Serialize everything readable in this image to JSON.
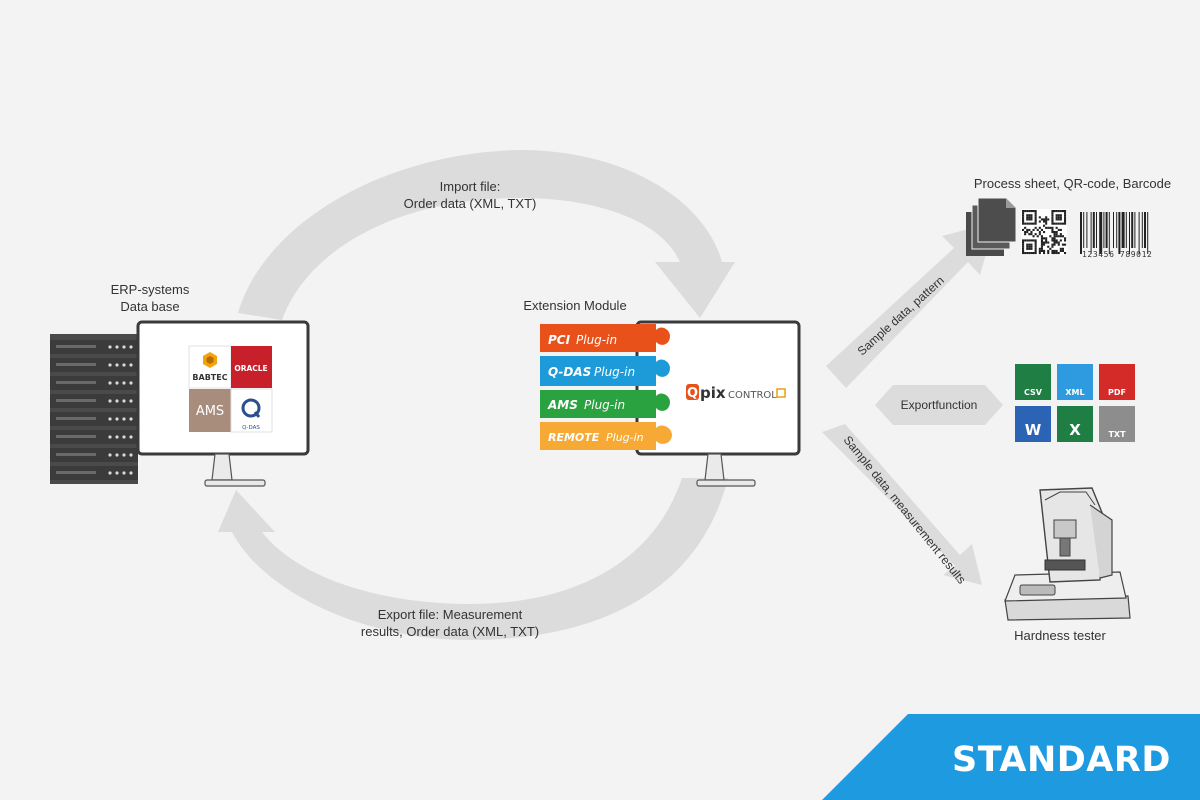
{
  "labels": {
    "erp_line1": "ERP-systems",
    "erp_line2": "Data base",
    "import_line1": "Import file:",
    "import_line2": "Order data (XML, TXT)",
    "export_line1": "Export file: Measurement",
    "export_line2": "results, Order data (XML, TXT)",
    "extension_module": "Extension Module",
    "process_sheet": "Process sheet, QR-code, Barcode",
    "barcode_number": "123456 789012",
    "sample_pattern": "Sample data, pattern",
    "exportfunction": "Exportfunction",
    "sample_results": "Sample data, measurement results",
    "hardness_tester": "Hardness tester",
    "standard": "STANDARD"
  },
  "erp_logos": {
    "babtec": "BABTEC",
    "oracle": "ORACLE",
    "ams": "AMS",
    "qdas": "Q-DAS"
  },
  "plugins": [
    {
      "name": "PCI",
      "suffix": "Plug-in",
      "color": "#e8521a"
    },
    {
      "name": "Q-DAS",
      "suffix": "Plug-in",
      "color": "#1d9bd8"
    },
    {
      "name": "AMS",
      "suffix": "Plug-in",
      "color": "#2aa23f"
    },
    {
      "name": "REMOTE",
      "suffix": "Plug-in",
      "color": "#f6a935"
    }
  ],
  "qpix": {
    "brand": "pix",
    "brand_q": "Q",
    "product": "CONTROL"
  },
  "export_formats": [
    {
      "label": "CSV",
      "color": "#1e7e43",
      "icon": "csv-icon"
    },
    {
      "label": "XML",
      "color": "#2e9be0",
      "icon": "xml-icon"
    },
    {
      "label": "PDF",
      "color": "#d52b28",
      "icon": "pdf-icon"
    },
    {
      "label": "W",
      "color": "#2b64b5",
      "icon": "word-icon"
    },
    {
      "label": "X",
      "color": "#1e7e43",
      "icon": "excel-icon"
    },
    {
      "label": "TXT",
      "color": "#8d8d8d",
      "icon": "txt-icon"
    }
  ],
  "colors": {
    "background": "#f3f3f3",
    "flow_arrow": "#dcdcdc",
    "server": "#4a4a4a",
    "standard_banner": "#1e9be0"
  }
}
